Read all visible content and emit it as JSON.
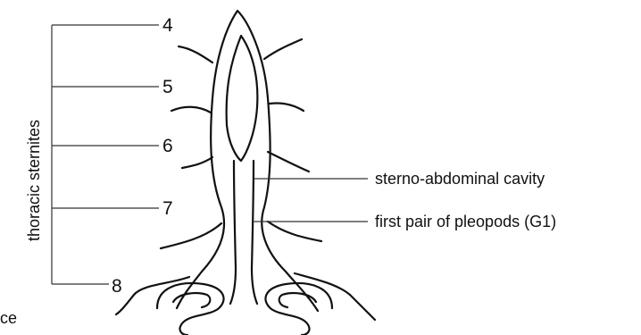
{
  "axis_group_label": "thoracic sternites",
  "sternite_numbers": [
    "4",
    "5",
    "6",
    "7",
    "8"
  ],
  "callouts": {
    "cavity": "sterno-abdominal cavity",
    "pleopods": "first pair of pleopods (G1)"
  },
  "cut_text": "ce"
}
